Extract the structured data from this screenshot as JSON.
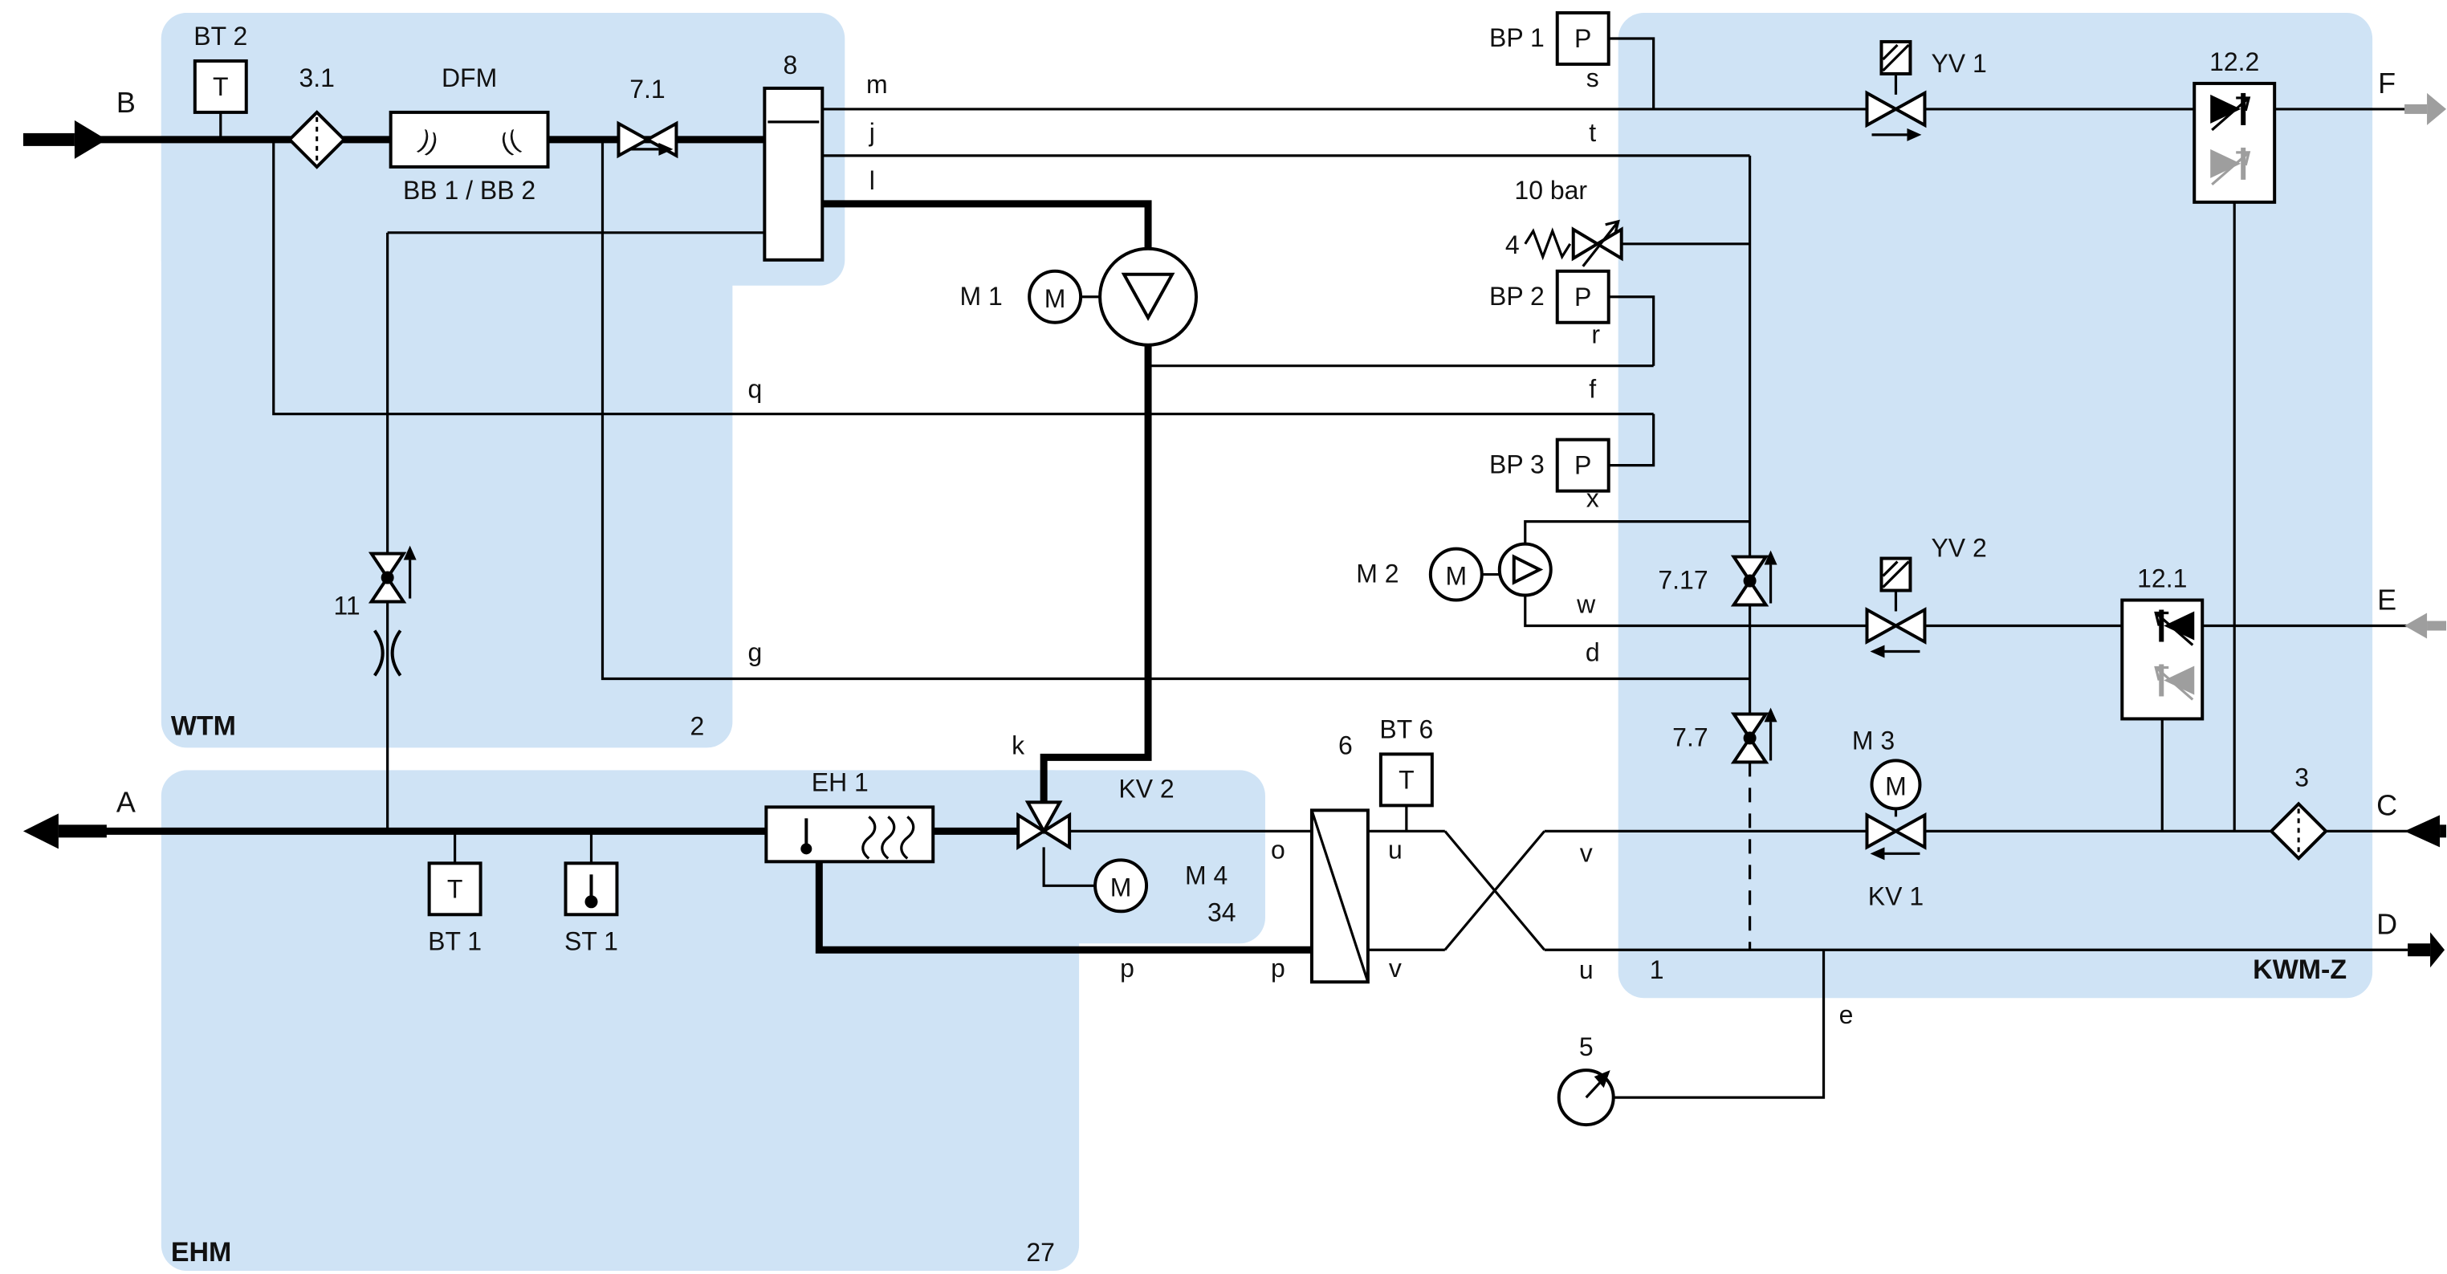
{
  "colors": {
    "region_fill": "#cfe3f5",
    "gray": "#9e9e9e",
    "line": "#000000"
  },
  "regions": {
    "wtm": {
      "name": "WTM",
      "port": "2"
    },
    "ehm": {
      "name": "EHM",
      "port": "27"
    },
    "kwm_z": {
      "name": "KWM-Z",
      "port": "1"
    }
  },
  "ports": {
    "a": "A",
    "b": "B",
    "c": "C",
    "d": "D",
    "e": "E",
    "f": "F"
  },
  "segments": {
    "m": "m",
    "j": "j",
    "l": "l",
    "q": "q",
    "f": "f",
    "g": "g",
    "d": "d",
    "k": "k",
    "o": "o",
    "p": "p",
    "p_left": "p",
    "u_hx": "u",
    "v_hx": "v",
    "v_right": "v",
    "u_right": "u",
    "r": "r",
    "s": "s",
    "t": "t",
    "w": "w",
    "x": "x",
    "e": "e"
  },
  "components": {
    "bt1": {
      "label": "BT 1",
      "letter": "T"
    },
    "bt2": {
      "label": "BT 2",
      "letter": "T"
    },
    "bt6": {
      "label": "BT 6",
      "letter": "T"
    },
    "st1": {
      "label": "ST 1"
    },
    "bp1": {
      "label": "BP 1",
      "letter": "P"
    },
    "bp2": {
      "label": "BP 2",
      "letter": "P"
    },
    "bp3": {
      "label": "BP 3",
      "letter": "P"
    },
    "m1": {
      "label": "M 1",
      "letter": "M"
    },
    "m2": {
      "label": "M 2",
      "letter": "M"
    },
    "m3": {
      "label": "M 3",
      "letter": "M"
    },
    "m4": {
      "label": "M 4",
      "letter": "M"
    },
    "dfm": {
      "label": "DFM",
      "sublabel": "BB 1 / BB 2",
      "tx": "))",
      "rx": "(("
    },
    "filter_31": {
      "label": "3.1"
    },
    "filter_3": {
      "label": "3"
    },
    "valve_71": {
      "label": "7.1"
    },
    "valve_77": {
      "label": "7.7"
    },
    "valve_717": {
      "label": "7.17"
    },
    "valve_11": {
      "label": "11"
    },
    "vessel_8": {
      "label": "8"
    },
    "relief_4": {
      "label": "4",
      "setpoint": "10 bar"
    },
    "yv1": {
      "label": "YV 1"
    },
    "yv2": {
      "label": "YV 2"
    },
    "kv1": {
      "label": "KV 1"
    },
    "kv2": {
      "label": "KV 2",
      "port": "34"
    },
    "separator_122": {
      "label": "12.2"
    },
    "separator_121": {
      "label": "12.1"
    },
    "eh1": {
      "label": "EH 1"
    },
    "hx_6": {
      "label": "6"
    },
    "gauge_5": {
      "label": "5"
    }
  }
}
